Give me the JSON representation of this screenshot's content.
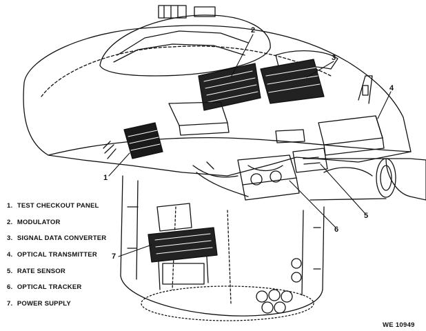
{
  "legend": [
    {
      "num": "1.",
      "label": "TEST CHECKOUT PANEL"
    },
    {
      "num": "2.",
      "label": "MODULATOR"
    },
    {
      "num": "3.",
      "label": "SIGNAL DATA CONVERTER"
    },
    {
      "num": "4.",
      "label": "OPTICAL TRANSMITTER"
    },
    {
      "num": "5.",
      "label": "RATE SENSOR"
    },
    {
      "num": "6.",
      "label": "OPTICAL TRACKER"
    },
    {
      "num": "7.",
      "label": "POWER SUPPLY"
    }
  ],
  "callouts": [
    "1",
    "2",
    "3",
    "4",
    "5",
    "6",
    "7"
  ],
  "figure_id": "WE 10949"
}
